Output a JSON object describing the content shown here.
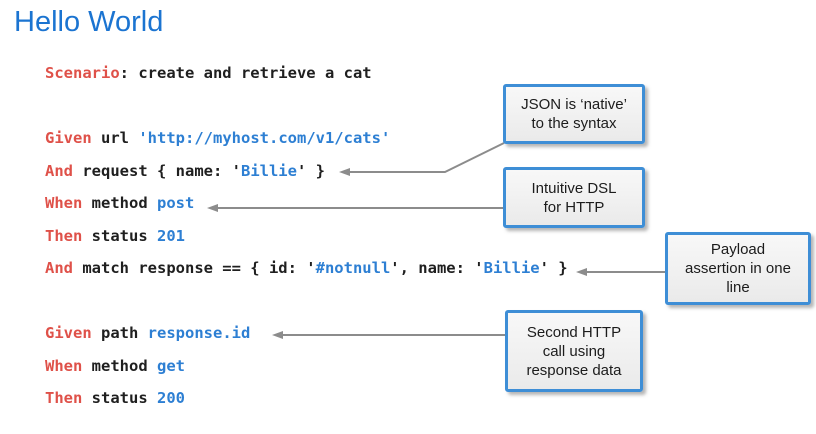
{
  "page": {
    "title": "Hello World"
  },
  "colors": {
    "title_blue": "#1b74d1",
    "keyword_red": "#df5149",
    "value_blue": "#2d7fd3",
    "code_black": "#1f1f1f",
    "box_border": "#3e8ed6",
    "box_fill_top": "#f8f8f8",
    "box_fill_bottom": "#eaeaea",
    "connector_gray": "#8c8c8c"
  },
  "code": {
    "lines": [
      {
        "spans": [
          {
            "c": "k",
            "t": "Scenario"
          },
          {
            "c": "p",
            "t": ": create and retrieve a cat"
          }
        ]
      },
      {
        "blank": true
      },
      {
        "spans": [
          {
            "c": "k",
            "t": "Given"
          },
          {
            "c": "p",
            "t": " url "
          },
          {
            "c": "v",
            "t": "'http://myhost.com/v1/cats'"
          }
        ]
      },
      {
        "spans": [
          {
            "c": "k",
            "t": "And"
          },
          {
            "c": "p",
            "t": " request { name: '"
          },
          {
            "c": "v",
            "t": "Billie"
          },
          {
            "c": "p",
            "t": "' }"
          }
        ]
      },
      {
        "spans": [
          {
            "c": "k",
            "t": "When"
          },
          {
            "c": "p",
            "t": " method "
          },
          {
            "c": "v",
            "t": "post"
          }
        ]
      },
      {
        "spans": [
          {
            "c": "k",
            "t": "Then"
          },
          {
            "c": "p",
            "t": " status "
          },
          {
            "c": "v",
            "t": "201"
          }
        ]
      },
      {
        "spans": [
          {
            "c": "k",
            "t": "And"
          },
          {
            "c": "p",
            "t": " match response == { id: '"
          },
          {
            "c": "v",
            "t": "#notnull"
          },
          {
            "c": "p",
            "t": "', name: '"
          },
          {
            "c": "v",
            "t": "Billie"
          },
          {
            "c": "p",
            "t": "' }"
          }
        ]
      },
      {
        "blank": true
      },
      {
        "spans": [
          {
            "c": "k",
            "t": "Given"
          },
          {
            "c": "p",
            "t": " path "
          },
          {
            "c": "v",
            "t": "response.id"
          }
        ]
      },
      {
        "spans": [
          {
            "c": "k",
            "t": "When"
          },
          {
            "c": "p",
            "t": " method "
          },
          {
            "c": "v",
            "t": "get"
          }
        ]
      },
      {
        "spans": [
          {
            "c": "k",
            "t": "Then"
          },
          {
            "c": "p",
            "t": " status "
          },
          {
            "c": "v",
            "t": "200"
          }
        ]
      }
    ]
  },
  "callouts": [
    {
      "text": "JSON is ‘native’\nto the syntax"
    },
    {
      "text": "Intuitive DSL\nfor HTTP"
    },
    {
      "text": "Payload\nassertion in one\nline"
    },
    {
      "text": "Second HTTP\ncall using\nresponse data"
    }
  ]
}
